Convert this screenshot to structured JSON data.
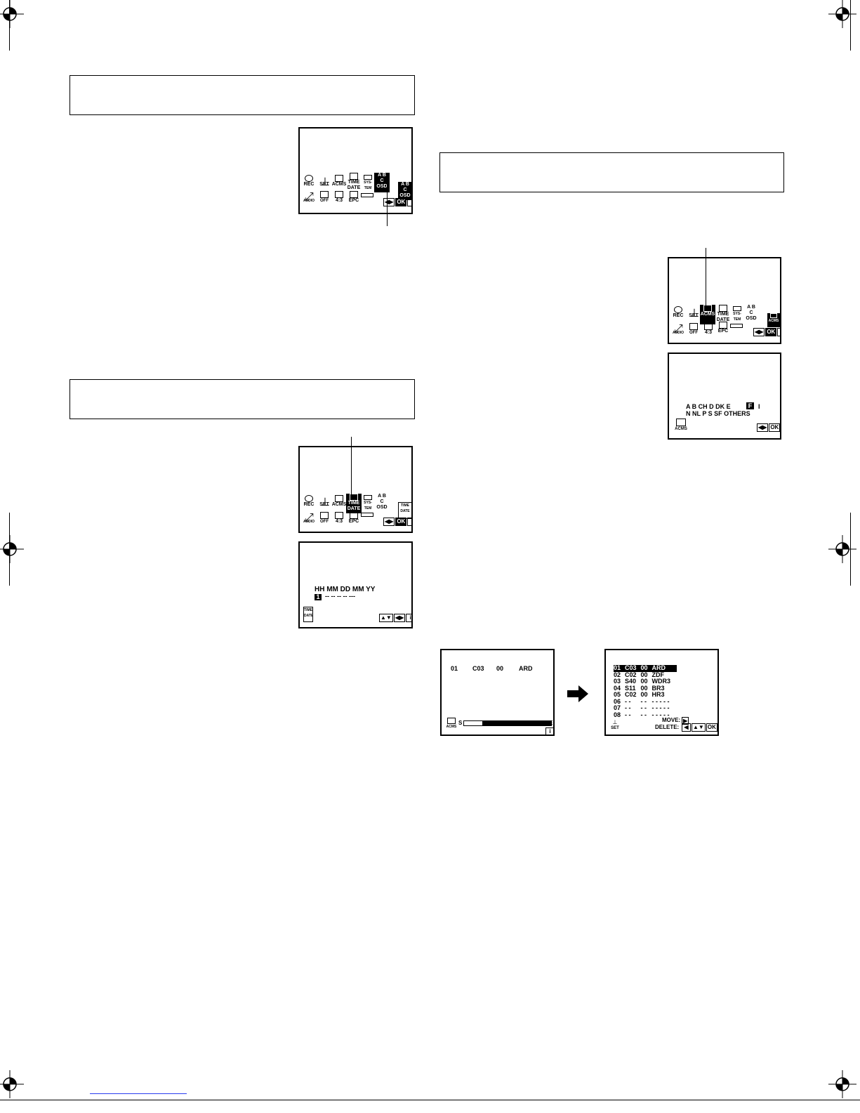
{
  "menu_icons": {
    "rec": "REC",
    "pset": "SET",
    "acms": "ACMS",
    "time_date_1": "TIME",
    "time_date_2": "DATE",
    "system_1": "SYS-",
    "system_2": "TEM",
    "osd_1": "A B",
    "osd_2": "C",
    "osd_3": "OSD",
    "audio": "AUDIO",
    "off": "OFF",
    "aspect": "4:3",
    "epc": "EPC",
    "ok": "OK",
    "info": "i"
  },
  "time_screen": {
    "headers": "HH  MM  DD  MM  YY",
    "values": "--  --  --  --  ---",
    "cursor": "1"
  },
  "system_screen": {
    "row1": "A   B   CH   D   DK   E",
    "selected": "F",
    "row1_end": "I",
    "row2": "N   NL   P   S   SF   OTHERS",
    "icon_label": "ACMS"
  },
  "acms_progress": {
    "program": "01",
    "channel": "C03",
    "fine": "00",
    "station": "ARD",
    "start": "S",
    "end": "E",
    "icon_label": "ACMS"
  },
  "preset_table": {
    "rows": [
      [
        "01",
        "C03",
        "00",
        "ARD"
      ],
      [
        "02",
        "C02",
        "00",
        "ZDF"
      ],
      [
        "03",
        "S40",
        "00",
        "WDR3"
      ],
      [
        "04",
        "S11",
        "00",
        "BR3"
      ],
      [
        "05",
        "C02",
        "00",
        "HR3"
      ],
      [
        "06",
        "- -",
        "- -",
        "- - - - -"
      ],
      [
        "07",
        "- -",
        "- -",
        "- - - - -"
      ],
      [
        "08",
        "- -",
        "- -",
        "- - - - -"
      ]
    ],
    "move": "MOVE:",
    "delete": "DELETE:",
    "icon_label": "SET"
  },
  "colors": {
    "ink": "#000000",
    "paper": "#ffffff",
    "link": "#2a3cf0"
  }
}
